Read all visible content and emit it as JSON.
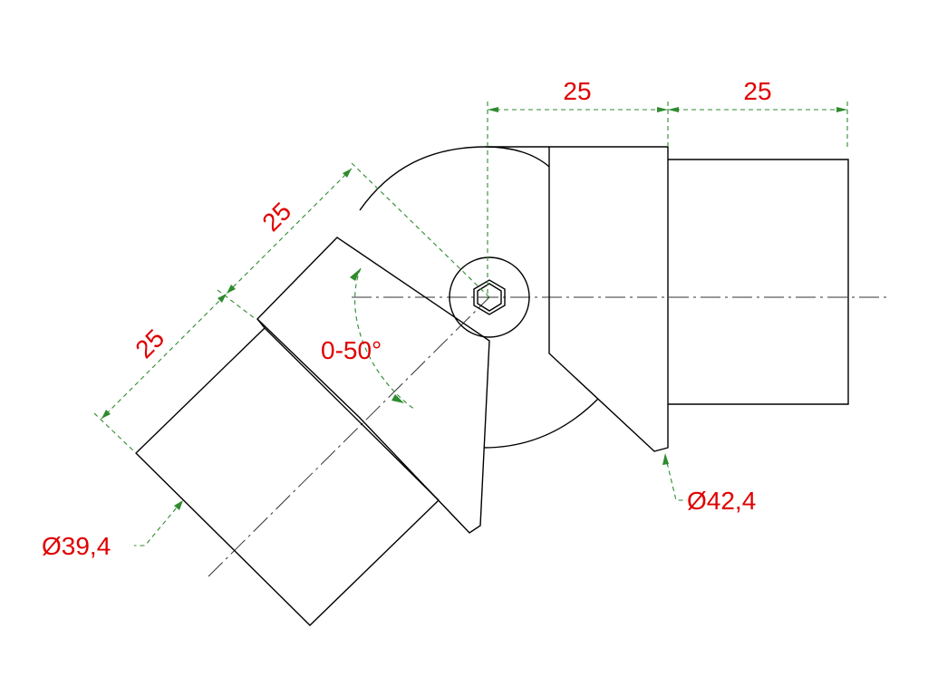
{
  "colors": {
    "outline": "#000000",
    "dimension": "#2e8b2e",
    "label": "#e00000",
    "centerline": "#333333"
  },
  "dimensions": {
    "top_left_length": "25",
    "top_right_length": "25",
    "angled_upper_length": "25",
    "angled_lower_length": "25",
    "angle_range": "0-50°",
    "right_tube_diameter": "Ø42,4",
    "left_tube_diameter": "Ø39,4"
  }
}
